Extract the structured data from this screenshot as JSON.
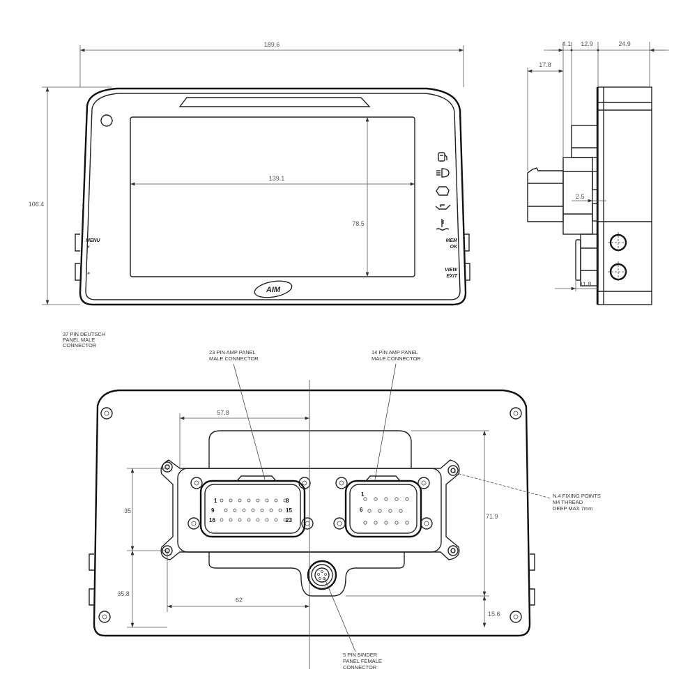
{
  "front_view": {
    "dimensions": {
      "width": "189.6",
      "height": "106.4",
      "screen_width": "139.1",
      "screen_height": "78.5"
    },
    "buttons": {
      "menu": "MENU",
      "menu_sub": "«",
      "next": "»",
      "mem": "MEM",
      "ok": "OK",
      "view": "VIEW",
      "exit": "EXIT"
    },
    "warning_icons": [
      "fuel-icon",
      "headlight-icon",
      "engine-icon",
      "oil-icon",
      "coolant-temperature-icon"
    ],
    "logo": "AIM"
  },
  "side_view": {
    "dimensions": {
      "d1": "4.1",
      "d2": "12.9",
      "d3": "24.9",
      "d4": "17.8",
      "d5": "2.5",
      "d6": "11.8"
    }
  },
  "rear_view": {
    "dimensions": {
      "d57_8": "57.8",
      "d35": "35",
      "d35_8": "35.8",
      "d62": "62",
      "d71_9": "71.9",
      "d15_6": "15.6"
    },
    "labels": {
      "deutsch": [
        "37 PIN DEUTSCH",
        "PANEL MALE",
        "CONNECTOR"
      ],
      "amp23": [
        "23 PIN AMP PANEL",
        "MALE CONNECTOR"
      ],
      "amp14": [
        "14 PIN AMP PANEL",
        "MALE CONNECTOR"
      ],
      "fixing": [
        "N.4 FIXING POINTS",
        "M4 THREAD",
        "DEEP MAX 7mm"
      ],
      "binder": [
        "5 PIN BINDER",
        "PANEL FEMALE",
        "CONNECTOR"
      ]
    },
    "pin_numbers_23": {
      "p1": "1",
      "p8": "8",
      "p9": "9",
      "p15": "15",
      "p16": "16",
      "p23": "23"
    },
    "pin_numbers_14": {
      "p1": "1",
      "p6": "6"
    }
  }
}
